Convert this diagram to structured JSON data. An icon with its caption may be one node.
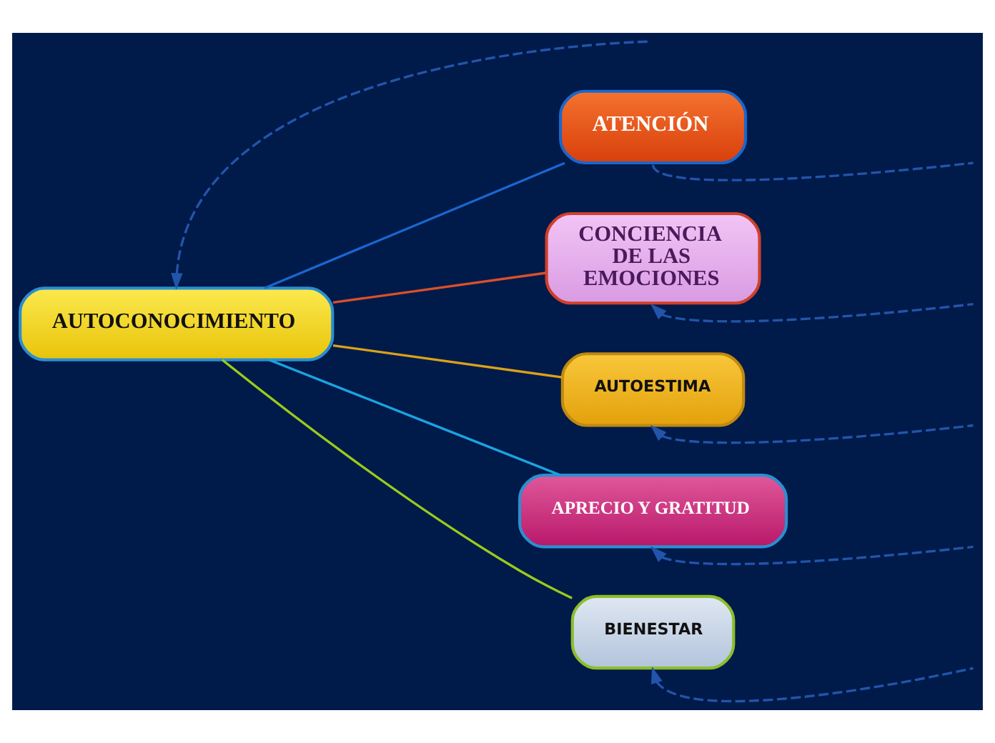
{
  "diagram": {
    "nodes": [
      {
        "text": [
          "AUTOCONOCIMIENTO"
        ]
      },
      {
        "text": [
          "ATENCIÓN"
        ]
      },
      {
        "text": [
          "CONCIENCIA DE LAS EMOCIONES"
        ]
      },
      {
        "text": [
          "AUTOESTIMA"
        ]
      },
      {
        "text": [
          "APRECIO Y GRATITUD"
        ]
      },
      {
        "text": [
          "BIENESTAR"
        ]
      }
    ],
    "edges": [
      {
        "from": 0,
        "to": 1,
        "arrow": "none",
        "color": "#1a66cc"
      },
      {
        "from": 0,
        "to": 2,
        "arrow": "none",
        "color": "#d9502a"
      },
      {
        "from": 0,
        "to": 3,
        "arrow": "none",
        "color": "#d9a21a"
      },
      {
        "from": 0,
        "to": 4,
        "arrow": "none",
        "color": "#1aa3e0"
      },
      {
        "from": 0,
        "to": 5,
        "arrow": "none",
        "color": "#99cc1a"
      },
      {
        "from": null,
        "to": 0,
        "arrow": "to",
        "style": "dashed",
        "color": "#2255aa"
      },
      {
        "from": 1,
        "to": null,
        "arrow": "none",
        "style": "dashed",
        "color": "#2255aa"
      },
      {
        "from": null,
        "to": 2,
        "arrow": "to",
        "style": "dashed",
        "color": "#2255aa"
      },
      {
        "from": null,
        "to": 3,
        "arrow": "to",
        "style": "dashed",
        "color": "#2255aa"
      },
      {
        "from": null,
        "to": 4,
        "arrow": "to",
        "style": "dashed",
        "color": "#2255aa"
      },
      {
        "from": null,
        "to": 5,
        "arrow": "to",
        "style": "dashed",
        "color": "#2255aa"
      }
    ]
  }
}
